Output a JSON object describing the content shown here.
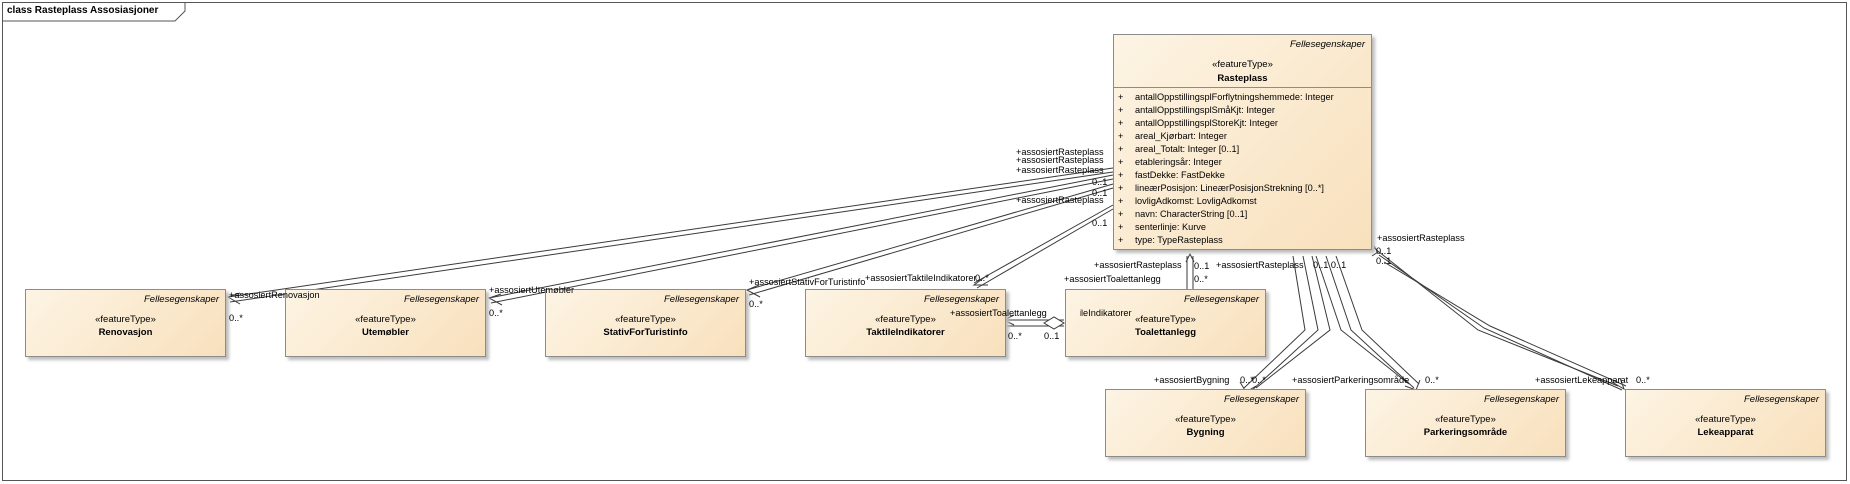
{
  "frame": {
    "title": "class Rasteplass Assosiasjoner"
  },
  "classes": {
    "rasteplass": {
      "tagline": "Fellesegenskaper",
      "stereotype": "«featureType»",
      "name": "Rasteplass",
      "attributes": [
        {
          "vis": "+",
          "text": "antallOppstillingsplForflytningshemmede: Integer"
        },
        {
          "vis": "+",
          "text": "antallOppstillingsplSmåKjt: Integer"
        },
        {
          "vis": "+",
          "text": "antallOppstillingsplStoreKjt: Integer"
        },
        {
          "vis": "+",
          "text": "areal_Kjørbart: Integer"
        },
        {
          "vis": "+",
          "text": "areal_Totalt: Integer [0..1]"
        },
        {
          "vis": "+",
          "text": "etableringsår: Integer"
        },
        {
          "vis": "+",
          "text": "fastDekke: FastDekke"
        },
        {
          "vis": "+",
          "text": "lineærPosisjon: LineærPosisjonStrekning [0..*]"
        },
        {
          "vis": "+",
          "text": "lovligAdkomst: LovligAdkomst"
        },
        {
          "vis": "+",
          "text": "navn: CharacterString [0..1]"
        },
        {
          "vis": "+",
          "text": "senterlinje: Kurve"
        },
        {
          "vis": "+",
          "text": "type: TypeRasteplass"
        }
      ]
    },
    "renovasjon": {
      "tagline": "Fellesegenskaper",
      "stereotype": "«featureType»",
      "name": "Renovasjon"
    },
    "utemobler": {
      "tagline": "Fellesegenskaper",
      "stereotype": "«featureType»",
      "name": "Utemøbler"
    },
    "stativ": {
      "tagline": "Fellesegenskaper",
      "stereotype": "«featureType»",
      "name": "StativForTuristinfo"
    },
    "taktile": {
      "tagline": "Fellesegenskaper",
      "stereotype": "«featureType»",
      "name": "TaktileIndikatorer"
    },
    "toalett": {
      "tagline": "Fellesegenskaper",
      "stereotype": "«featureType»",
      "name": "Toalettanlegg"
    },
    "bygning": {
      "tagline": "Fellesegenskaper",
      "stereotype": "«featureType»",
      "name": "Bygning"
    },
    "parkering": {
      "tagline": "Fellesegenskaper",
      "stereotype": "«featureType»",
      "name": "Parkeringsområde"
    },
    "lekeapparat": {
      "tagline": "Fellesegenskaper",
      "stereotype": "«featureType»",
      "name": "Lekeapparat"
    }
  },
  "labels": {
    "rp_top_1": "+assosiertRasteplass",
    "rp_top_2": "+assosiertRasteplass",
    "rp_top_3": "+assosiertRasteplass",
    "rp_top_4": "+assosiertRasteplass",
    "m_01_a": "0..1",
    "m_01_b": "0..1",
    "m_01_c": "0..1",
    "renovasjon_role": "+assosiertRenovasjon",
    "renovasjon_mult": "0..*",
    "utemobler_role": "+assosiertUtemøbler",
    "utemobler_mult": "0..*",
    "stativ_role": "+assosiertStativForTuristinfo",
    "stativ_mult": "0..*",
    "taktile_role": "+assosiertTaktileIndikatorer",
    "taktile_mult": "0..*",
    "toalett_rp_role": "+assosiertRasteplass",
    "toalett_role": "+assosiertToalettanlegg",
    "toalett_mult": "0..*",
    "toalett_mult_1": "0..1",
    "toalett_taktile_role": "+assosiertToalettanlegg",
    "taktile_toalett_role": "+assosiertTaktileIndikatorer",
    "tak_mult": "0..*",
    "toa_mult": "0..1",
    "asso_rp_bottom": "+assosiertRasteplass",
    "bottom_mults": "0..1 0..1",
    "bygning_role": "+assosiertBygning",
    "bygning_mult": "0..*",
    "bygning_mult2": "0..*",
    "parkering_role": "+assosiertParkeringsområde",
    "parkering_mult": "0..*",
    "lek_rp_role": "+assosiertRasteplass",
    "lek_rp_mult1": "0..1",
    "lek_rp_mult2": "0..1",
    "lek_role": "+assosiertLekeapparat",
    "lek_mult": "0..*"
  }
}
